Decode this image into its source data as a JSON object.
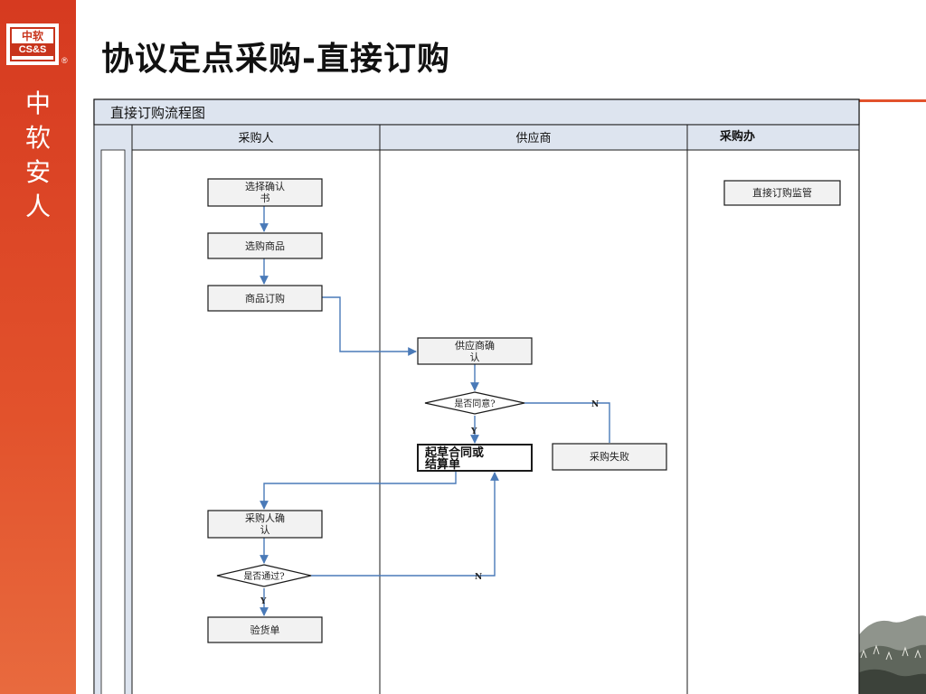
{
  "sidebar": {
    "logo_cn": "中软",
    "logo_en": "CS&S",
    "logo_reg": "®",
    "slogan": [
      "中",
      "软",
      "安",
      "人"
    ]
  },
  "title": {
    "part1": "协议定点采购-",
    "part2": "直接",
    "part3": "订购"
  },
  "diagram": {
    "header": "直接订购流程图",
    "lanes": [
      "采购人",
      "供应商",
      "采购办"
    ],
    "nodes": {
      "select_confirm": [
        "选择确认",
        "书"
      ],
      "select_goods": [
        "选购商品"
      ],
      "order_goods": [
        "商品订购"
      ],
      "supplier_confirm": [
        "供应商确",
        "认"
      ],
      "agree_q": "是否同意?",
      "draft_contract": [
        "起草合同或",
        "结算单"
      ],
      "fail": [
        "采购失败"
      ],
      "buyer_confirm": [
        "采购人确",
        "认"
      ],
      "pass_q": "是否通过?",
      "inspection": [
        "验货单"
      ],
      "supervision": [
        "直接订购监管"
      ]
    },
    "labels": {
      "agree_no": "N",
      "agree_yes": "Y",
      "pass_no": "N",
      "pass_yes": "Y"
    }
  },
  "colors": {
    "brand": "#e2522c",
    "arrow": "#4a7ab8",
    "lane_header": "#dde4ef",
    "border": "#1a1a1a"
  }
}
